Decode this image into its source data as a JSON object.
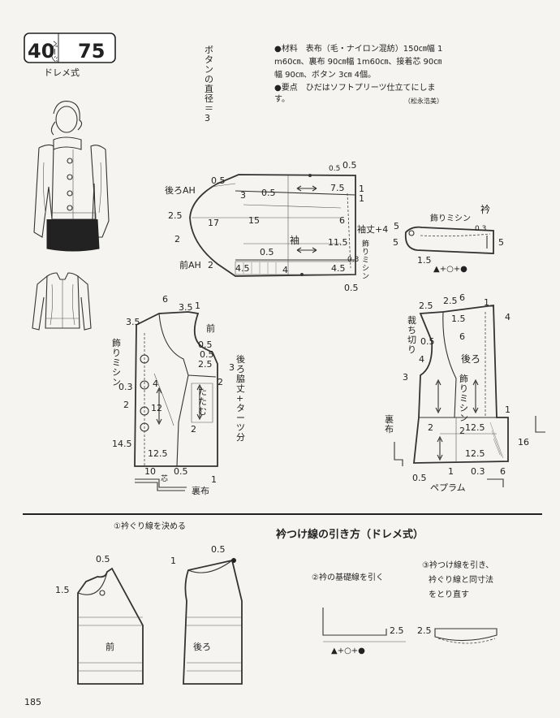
{
  "header": {
    "page_no": "40",
    "page_unit": "ページ",
    "size_no": "75",
    "method": "ドレメ式"
  },
  "materials": {
    "line1": "●材料　表布（毛・ナイロン混紡）150㎝幅 1",
    "line2": "m60㎝、裏布 90㎝幅 1m60㎝、接着芯 90㎝",
    "line3": "幅 90㎝、ボタン 3㎝ 4個。",
    "line4": "●要点　ひだはソフトプリーツ仕立てにしま",
    "line5": "す。",
    "credit": "（松永浩美）"
  },
  "button_note": [
    "ボ",
    "タ",
    "ン",
    "の",
    "直",
    "径",
    "＝",
    "3"
  ],
  "sleeve": {
    "label": "袖",
    "back_ah": "後ろAH",
    "front_ah": "前AH",
    "length_note": "袖丈+4",
    "stitch": [
      "飾",
      "り",
      "ミ",
      "シ",
      "ン"
    ],
    "nums": {
      "a": "0.5",
      "b": "3",
      "c": "0.5",
      "d": "7.5",
      "e": "1",
      "f": "0.5",
      "g": "2.5",
      "h": "17",
      "i": "15",
      "j": "6",
      "k": "2",
      "l": "0.5",
      "m": "11.5",
      "n": "0.3",
      "o": "2",
      "p": "4.5",
      "q": "4",
      "r": "4.5",
      "s": "0.5",
      "t": "1",
      "u": "0.5"
    }
  },
  "collar": {
    "label": "衿",
    "stitch": "飾りミシン",
    "nums": {
      "a": "5",
      "b": "5",
      "c": "0.3",
      "d": "5",
      "e": "1.5"
    },
    "formula": "▲+○+●"
  },
  "front_body": {
    "label": "前",
    "stitch": [
      "飾",
      "り",
      "ミ",
      "シ",
      "ン"
    ],
    "fold": [
      "た",
      "た",
      "む"
    ],
    "side_note": [
      "後",
      "ろ",
      "脇",
      "丈",
      "+",
      "タ",
      "ー",
      "ツ",
      "分"
    ],
    "facing": "芯",
    "lining": "裏布",
    "nums": {
      "a": "6",
      "b": "3.5",
      "c": "1",
      "d": "3.5",
      "e": "0.5",
      "f": "0.5",
      "g": "2.5",
      "h": "3",
      "i": "2",
      "j": "0.3",
      "k": "4",
      "l": "12",
      "m": "2",
      "n": "2",
      "o": "14.5",
      "p": "12.5",
      "q": "10",
      "r": "0.5",
      "s": "1"
    }
  },
  "back_body": {
    "label": "後ろ",
    "stitch": [
      "飾",
      "り",
      "ミ",
      "シ",
      "ン"
    ],
    "cut": [
      "裁",
      "ち",
      "切",
      "り"
    ],
    "lining": [
      "裏",
      "布"
    ],
    "peplum": "ペプラム",
    "nums": {
      "a": "2.5",
      "b": "2.5",
      "c": "6",
      "d": "1",
      "e": "4",
      "f": "1.5",
      "g": "6",
      "h": "0.5",
      "i": "4",
      "j": "3",
      "k": "1",
      "l": "2",
      "m": "12.5",
      "n": "12.5",
      "o": "16",
      "p": "1",
      "q": "0.3",
      "r": "6",
      "s": "0.5",
      "t": "2"
    }
  },
  "instructions": {
    "title": "衿つけ線の引き方（ドレメ式）",
    "step1": "①衿ぐり線を決める",
    "step2": "②衿の基礎線を引く",
    "step3a": "③衿つけ線を引き、",
    "step3b": "衿ぐり線と同寸法",
    "step3c": "をとり直す",
    "front": "前",
    "back": "後ろ",
    "nums": {
      "a": "0.5",
      "b": "1.5",
      "c": "1",
      "d": "0.5",
      "e": "2.5",
      "f": "2.5"
    },
    "formula": "▲+○+●"
  },
  "page_number": "185"
}
